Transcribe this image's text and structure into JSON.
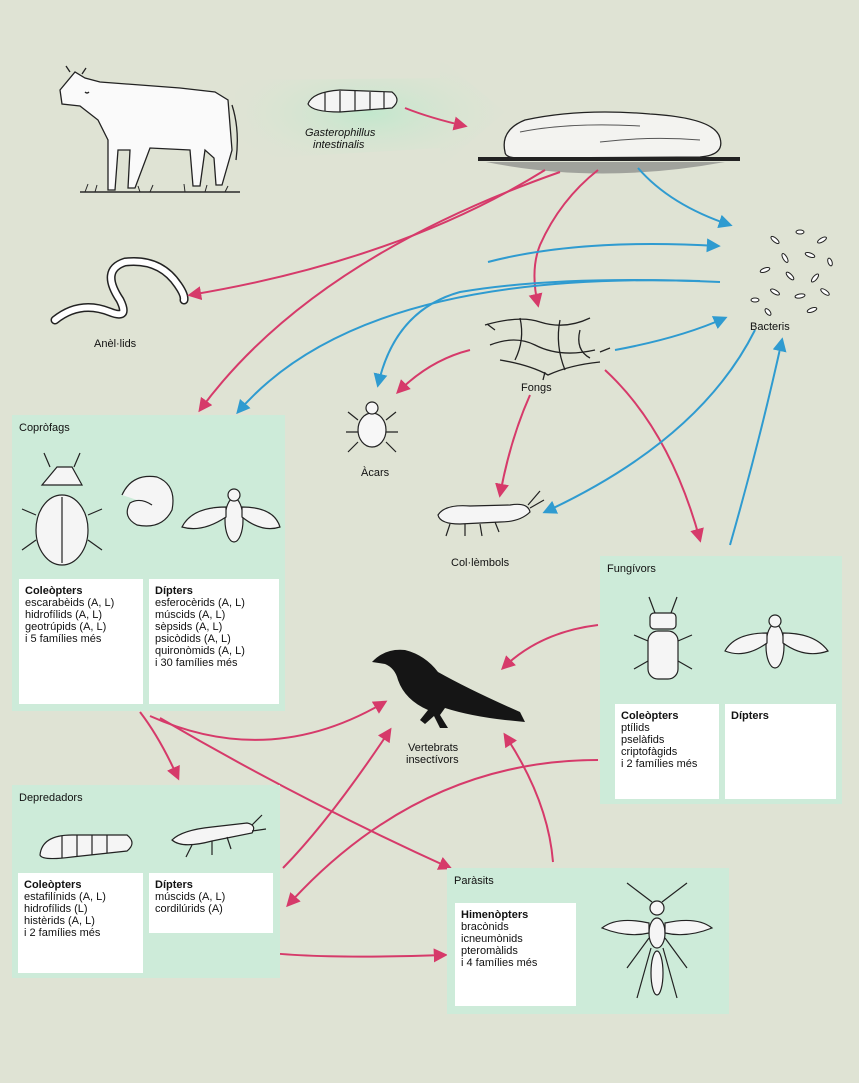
{
  "labels": {
    "larva_name_1": "Gasterophillus",
    "larva_name_2": "intestinalis",
    "anelids": "Anèl·lids",
    "bacteris": "Bacteris",
    "fongs": "Fongs",
    "acars": "Àcars",
    "collembols": "Col·lèmbols",
    "vertebrats_1": "Vertebrats",
    "vertebrats_2": "insectívors"
  },
  "panels": {
    "coprofags": {
      "title": "Copròfags",
      "cards": [
        {
          "heading": "Coleòpters",
          "items": [
            "escarabèids (A, L)",
            "hidrofílids (A, L)",
            "geotrúpids (A, L)",
            "i 5 famílies més"
          ]
        },
        {
          "heading": "Dípters",
          "items": [
            "esferocèrids (A, L)",
            "múscids (A, L)",
            "sèpsids (A, L)",
            "psicòdids (A, L)",
            "quironòmids (A, L)",
            "i 30 famílies més"
          ]
        }
      ]
    },
    "fungivors": {
      "title": "Fungívors",
      "cards": [
        {
          "heading": "Coleòpters",
          "items": [
            "ptílids",
            "pselàfids",
            "criptofàgids",
            "i 2 famílies més"
          ]
        },
        {
          "heading": "Dípters",
          "items": []
        }
      ]
    },
    "depredadors": {
      "title": "Depredadors",
      "cards": [
        {
          "heading": "Coleòpters",
          "items": [
            "estafilínids (A, L)",
            "hidrofílids (L)",
            "histèrids (A, L)",
            "i 2 famílies més"
          ]
        },
        {
          "heading": "Dípters",
          "items": [
            "múscids (A, L)",
            "cordilúrids (A)"
          ]
        }
      ]
    },
    "parasits": {
      "title": "Paràsits",
      "cards": [
        {
          "heading": "Himenòpters",
          "items": [
            "bracònids",
            "icneumònids",
            "pteromàlids",
            "i 4 famílies més"
          ]
        }
      ]
    }
  },
  "colors": {
    "background": "#dfe3d4",
    "panel": "#cdebd9",
    "pink_arrow": "#d63a6a",
    "blue_arrow": "#2f9bd0",
    "card": "#ffffff"
  }
}
